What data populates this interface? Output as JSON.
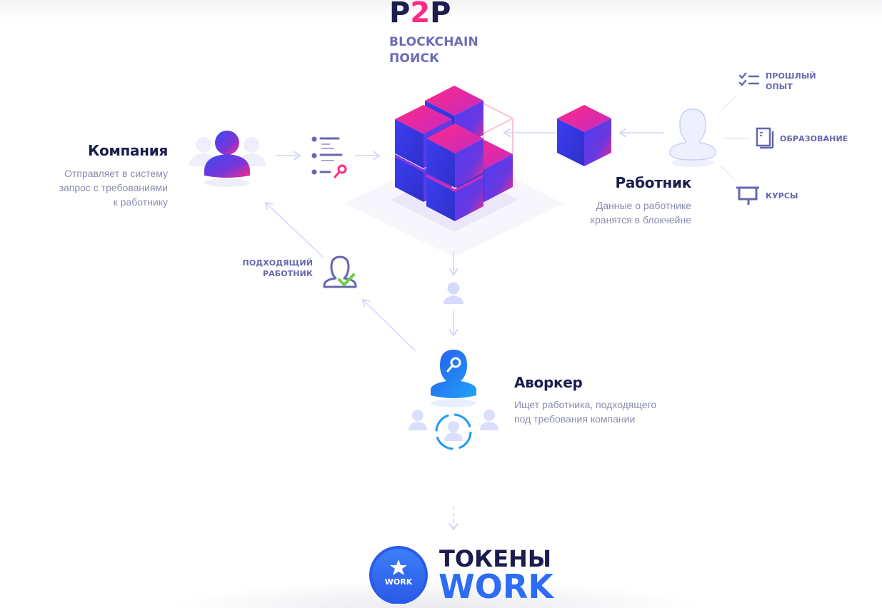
{
  "logo": {
    "part1": "P",
    "part2": "2",
    "part3": "P",
    "sub1": "BLOCKCHAIN",
    "sub2": "ПОИСК"
  },
  "company": {
    "title": "Компания",
    "desc": [
      "Отправляет в систему",
      "запрос с требованиями",
      "к работнику"
    ]
  },
  "worker": {
    "title": "Работник",
    "desc": [
      "Данные о работнике",
      "хранятся в блокчейне"
    ]
  },
  "worker_data": [
    {
      "icon": "checklist-icon",
      "label_lines": [
        "ПРОШЛЫЙ",
        "ОПЫТ"
      ]
    },
    {
      "icon": "book-icon",
      "label_lines": [
        "ОБРАЗОВАНИЕ"
      ]
    },
    {
      "icon": "presentation-board-icon",
      "label_lines": [
        "КУРСЫ"
      ]
    }
  ],
  "match": {
    "label_lines": [
      "ПОДХОДЯЩИЙ",
      "РАБОТНИК"
    ]
  },
  "aworker": {
    "title": "Аворкер",
    "desc": [
      "Ищет работника, подходящего",
      "под требования компании"
    ]
  },
  "tokens": {
    "line1": "ТОКЕНЫ",
    "line2": "WORK",
    "coin_label": "WORK"
  },
  "colors": {
    "navy": "#1c1d4e",
    "pink": "#ff2a85",
    "indigo": "#6667ad",
    "blue": "#2d6cf5",
    "cube_blue": "#3b3ff0",
    "light_arrow": "#d5d8fb",
    "green_check": "#6fce3f"
  }
}
